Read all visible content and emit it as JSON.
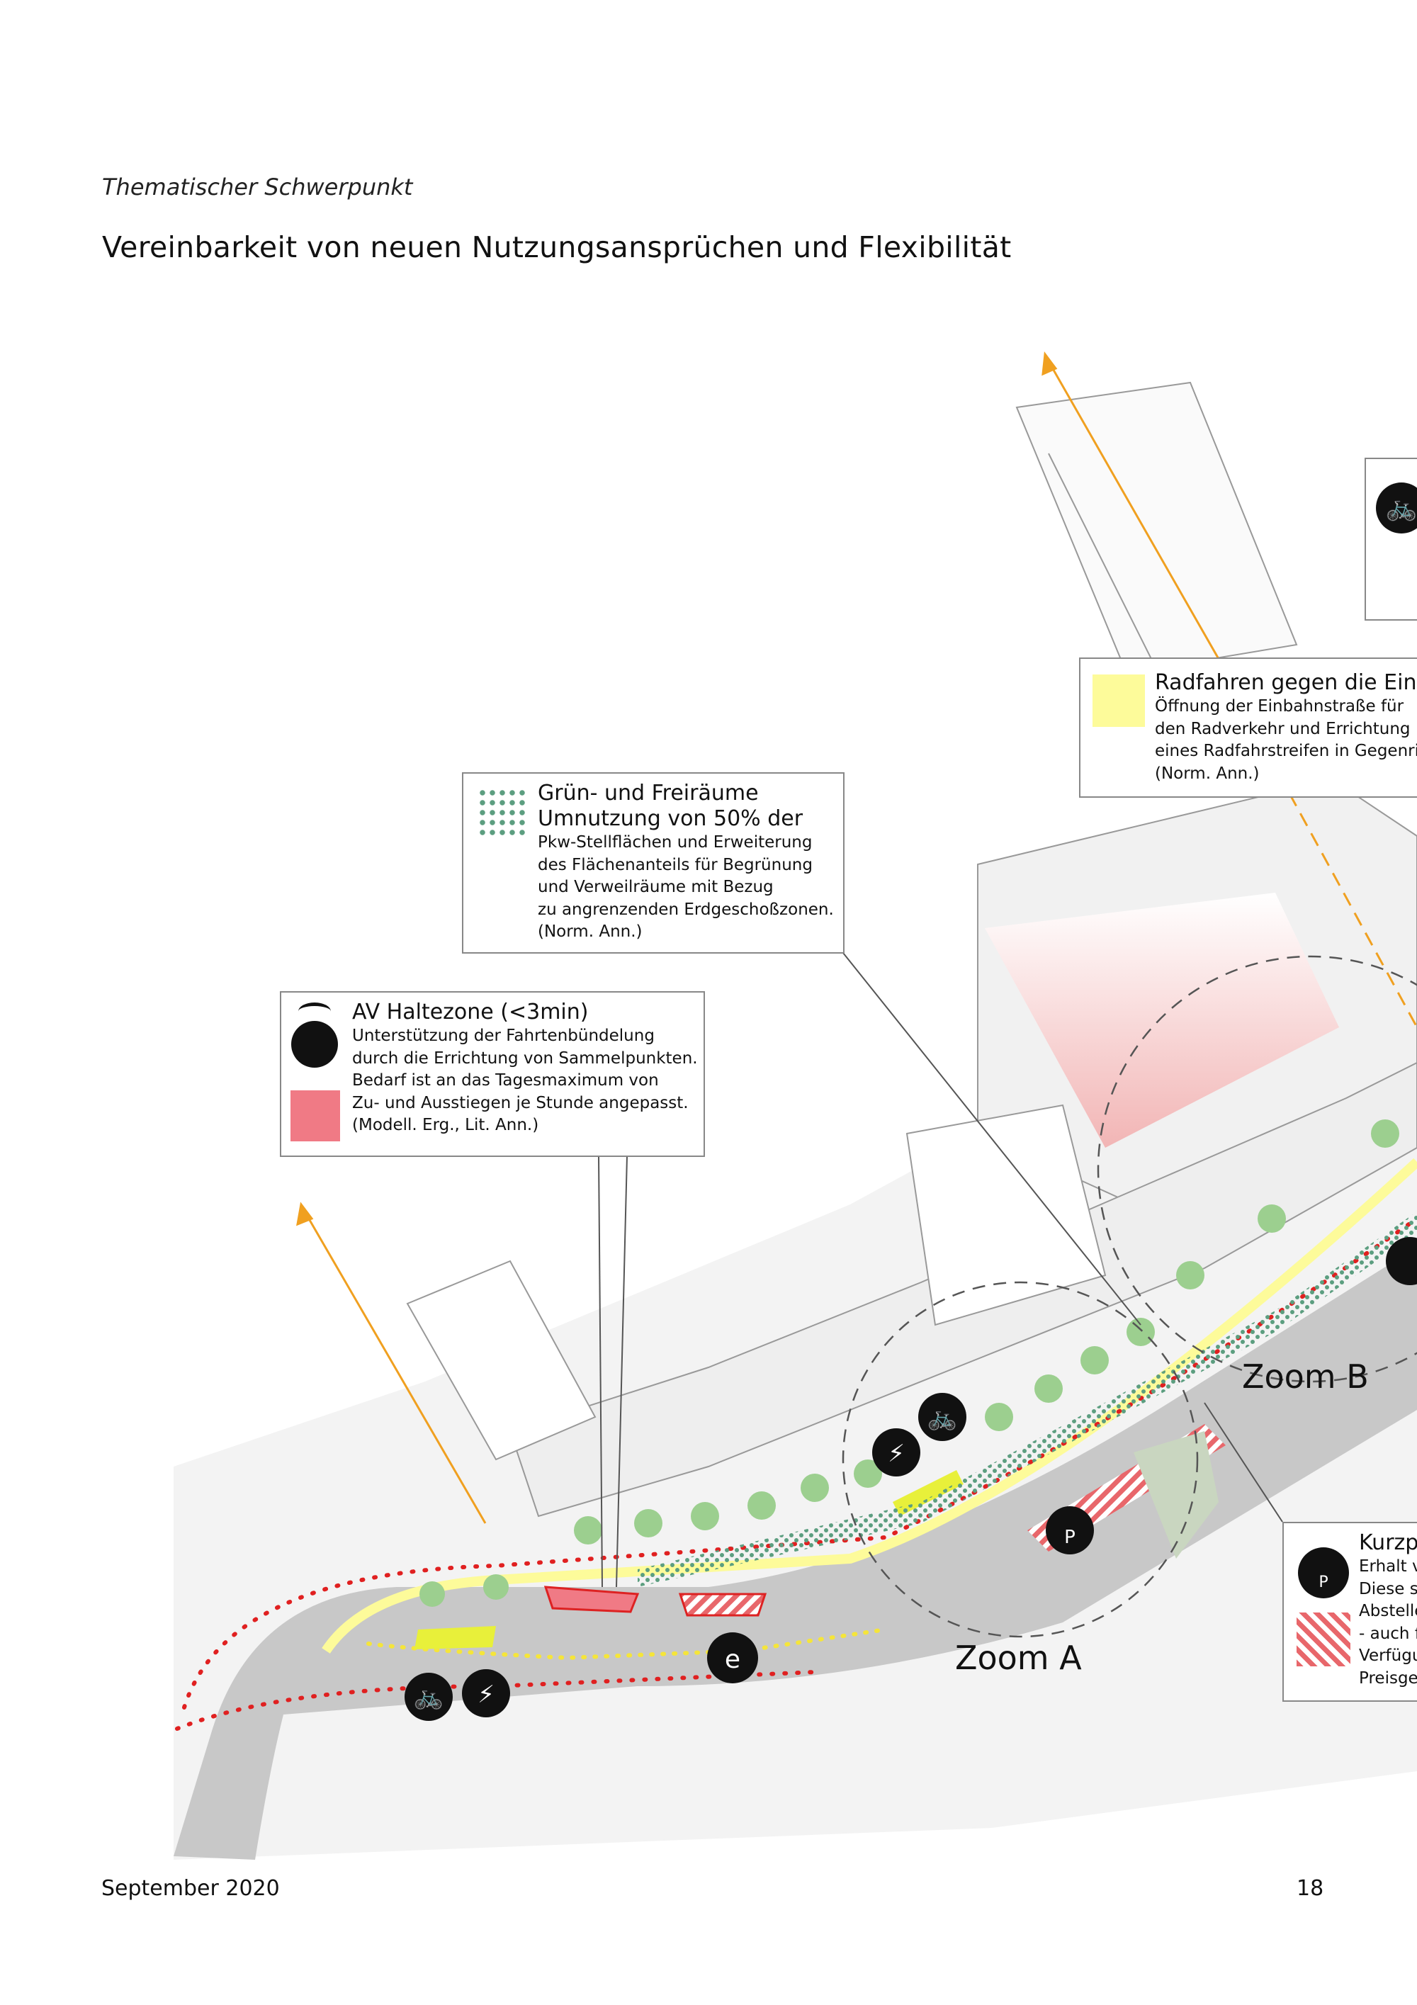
{
  "header": {
    "kicker": "Thematischer Schwerpunkt",
    "title": "Vereinbarkeit von neuen Nutzungsansprüchen und Flexibilität"
  },
  "legend": {
    "gruen": {
      "title": "Grün- und Freiräume",
      "lines": [
        "Umnutzung von 50% der",
        "Pkw-Stellflächen und Erweiterung",
        "des Flächenanteils für Begrünung",
        "und Verweilräume mit Bezug",
        "zu angrenzenden Erdgeschoßzonen.",
        "(Norm. Ann.)"
      ],
      "color": "#5c9e80"
    },
    "av": {
      "title": "AV Haltezone (<3min)",
      "lines": [
        "Unterstützung der Fahrtenbündelung",
        "durch die Errichtung von Sammelpunkten.",
        "Bedarf ist an das Tagesmaximum von",
        "Zu- und Ausstiegen je Stunde angepasst.",
        "(Modell. Erg., Lit. Ann.)"
      ],
      "color": "#f07a85"
    },
    "radfahren": {
      "title": "Radfahren gegen die Einb",
      "lines": [
        "Öffnung der Einbahnstraße für",
        "den Radverkehr und Errichtung",
        "eines Radfahrstreifen in Gegenrich",
        "(Norm. Ann.)"
      ],
      "color": "#fdfb9a"
    },
    "kurzparken": {
      "title": "Kurzp",
      "lines": [
        "Erhalt v",
        "Diese si",
        "Abstelle",
        "- auch f",
        "Verfügu",
        "Preisge"
      ],
      "color": "#e8676b"
    }
  },
  "map": {
    "zoom_a": "Zoom A",
    "zoom_b": "Zoom B"
  },
  "footer": {
    "date": "September 2020",
    "page": "18"
  }
}
